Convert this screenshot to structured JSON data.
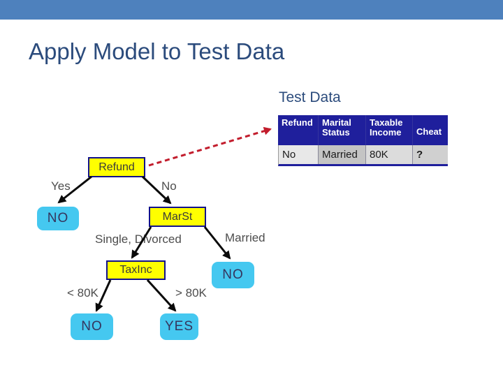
{
  "slide": {
    "title": "Apply Model to Test Data",
    "table_caption": "Test Data"
  },
  "table": {
    "headers": [
      "Refund",
      "Marital Status",
      "Taxable Income",
      "Cheat"
    ],
    "row": [
      "No",
      "Married",
      "80K",
      "?"
    ]
  },
  "tree": {
    "nodes": {
      "refund": "Refund",
      "marst": "MarSt",
      "taxinc": "TaxInc"
    },
    "leaves": {
      "no_refund_yes": "NO",
      "no_married": "NO",
      "no_lt80k": "NO",
      "yes_gt80k": "YES"
    },
    "edges": {
      "yes": "Yes",
      "no": "No",
      "single_divorced": "Single, Divorced",
      "married": "Married",
      "lt_80k": "< 80K",
      "gt_80k": "> 80K"
    }
  },
  "colors": {
    "top_bar": "#4E81BD",
    "title_text": "#2B4B7C",
    "table_header_bg": "#1F1F9C",
    "decision_node_fill": "#FFFF00",
    "decision_node_border": "#12128A",
    "leaf_node_fill": "#45C8F0",
    "arrow_black": "#0A0A0A",
    "arrow_red_dashed": "#C21C2C"
  }
}
